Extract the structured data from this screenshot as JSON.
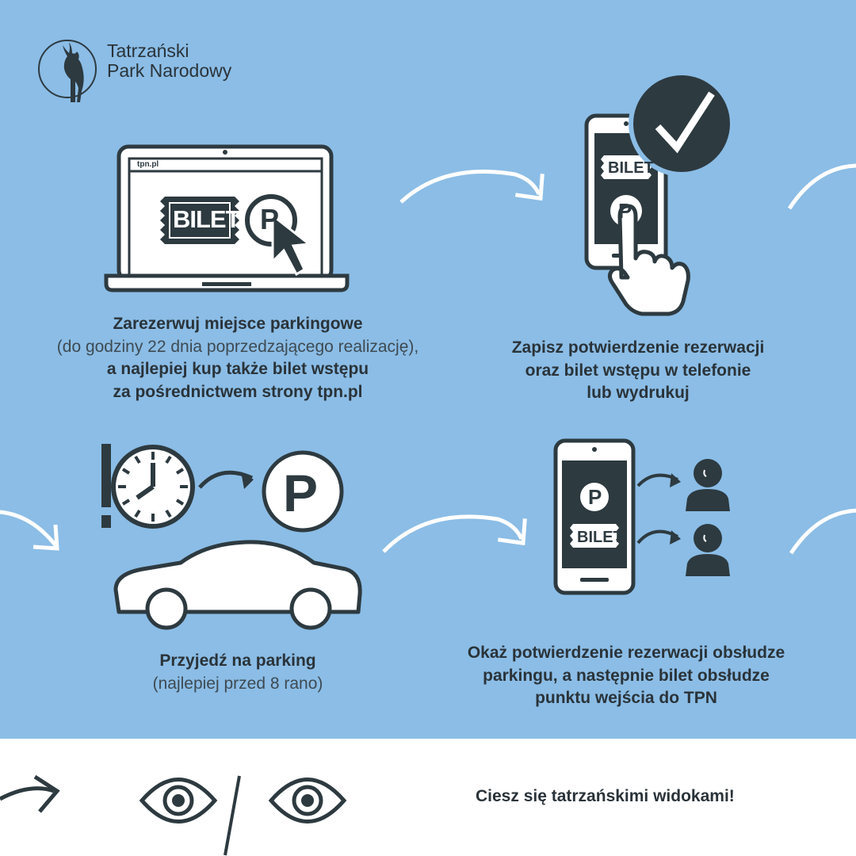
{
  "logo": {
    "line1": "Tatrzański",
    "line2": "Park Narodowy"
  },
  "laptop": {
    "url": "tpn.pl",
    "ticket_label": "BILET",
    "parking_letter": "P"
  },
  "phone_top": {
    "ticket_label": "BILET",
    "parking_letter": "P"
  },
  "step1": {
    "title": "Zarezerwuj miejsce parkingowe",
    "note": "(do godziny 22 dnia poprzedzającego realizację),",
    "line3": "a najlepiej kup także bilet wstępu",
    "line4_prefix": "za pośrednictwem strony ",
    "line4_link": "tpn.pl"
  },
  "step2": {
    "line1": "Zapisz potwierdzenie rezerwacji",
    "line2": "oraz bilet wstępu w telefonie",
    "line3": "lub wydrukuj"
  },
  "step3": {
    "title": "Przyjedź na parking",
    "note": "(najlepiej przed 8 rano)",
    "parking_letter": "P"
  },
  "step4": {
    "line1": "Okaż potwierdzenie rezerwacji obsłudze",
    "line2": "parkingu, a następnie bilet obsłudze",
    "line3": "punktu wejścia do TPN",
    "ticket_label": "BILET",
    "parking_letter": "P"
  },
  "footer": {
    "text": "Ciesz się tatrzańskimi widokami!"
  },
  "colors": {
    "background": "#8bbde6",
    "dark": "#2d3a40",
    "white": "#ffffff"
  }
}
